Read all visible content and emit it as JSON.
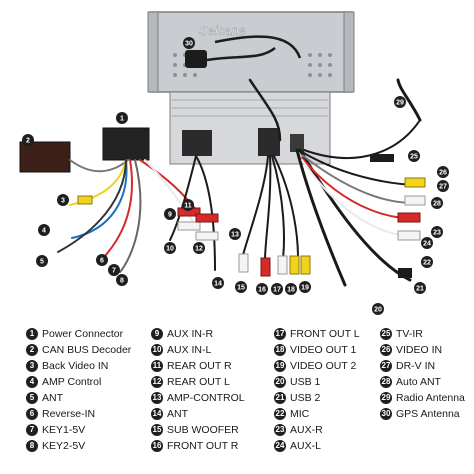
{
  "brand": "Seicane",
  "legend": [
    {
      "num": "1",
      "label": "Power Connector"
    },
    {
      "num": "2",
      "label": "CAN BUS Decoder"
    },
    {
      "num": "3",
      "label": "Back Video IN"
    },
    {
      "num": "4",
      "label": "AMP Control"
    },
    {
      "num": "5",
      "label": "ANT"
    },
    {
      "num": "6",
      "label": "Reverse-IN"
    },
    {
      "num": "7",
      "label": "KEY1-5V"
    },
    {
      "num": "8",
      "label": "KEY2-5V"
    },
    {
      "num": "9",
      "label": "AUX IN-R"
    },
    {
      "num": "10",
      "label": "AUX IN-L"
    },
    {
      "num": "11",
      "label": "REAR OUT R"
    },
    {
      "num": "12",
      "label": "REAR OUT L"
    },
    {
      "num": "13",
      "label": "AMP-CONTROL"
    },
    {
      "num": "14",
      "label": "ANT"
    },
    {
      "num": "15",
      "label": "SUB WOOFER"
    },
    {
      "num": "16",
      "label": "FRONT OUT R"
    },
    {
      "num": "17",
      "label": "FRONT OUT L"
    },
    {
      "num": "18",
      "label": "VIDEO OUT 1"
    },
    {
      "num": "19",
      "label": "VIDEO OUT 2"
    },
    {
      "num": "20",
      "label": "USB 1"
    },
    {
      "num": "21",
      "label": "USB 2"
    },
    {
      "num": "22",
      "label": "MIC"
    },
    {
      "num": "23",
      "label": "AUX-R"
    },
    {
      "num": "24",
      "label": "AUX-L"
    },
    {
      "num": "25",
      "label": "TV-IR"
    },
    {
      "num": "26",
      "label": "VIDEO IN"
    },
    {
      "num": "27",
      "label": "DR-V IN"
    },
    {
      "num": "28",
      "label": "Auto ANT"
    },
    {
      "num": "29",
      "label": "Radio Antenna"
    },
    {
      "num": "30",
      "label": "GPS Antenna"
    }
  ],
  "colors": {
    "marker": "#1f1f1f",
    "unit_body": "#c9ccd0",
    "red": "#d42a2a",
    "yellow": "#f2d21b",
    "white": "#f4f4f4",
    "black": "#1a1a1a"
  }
}
